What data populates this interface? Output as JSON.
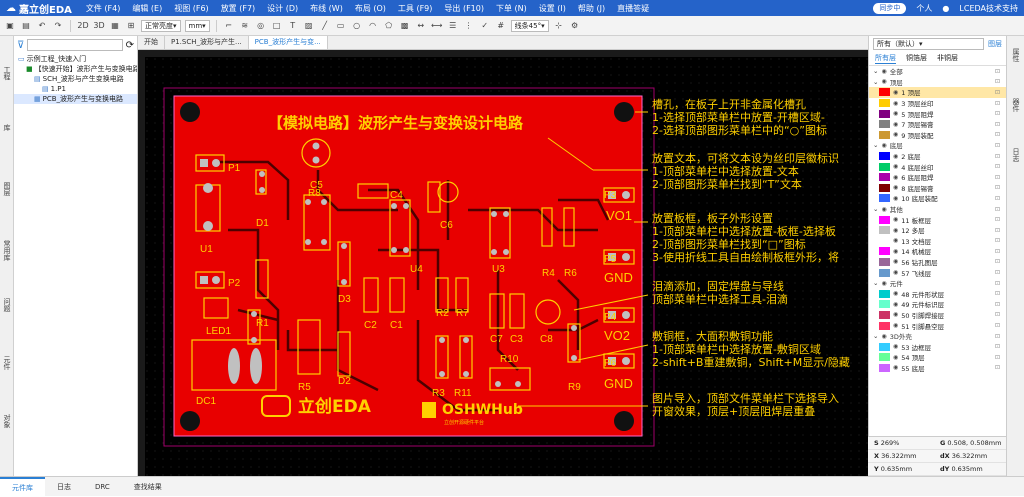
{
  "app": {
    "logo": "嘉立创EDA",
    "menu": [
      "文件 (F4)",
      "编辑 (E)",
      "视图 (F6)",
      "放置 (F7)",
      "设计 (D)",
      "布线 (W)",
      "布局 (O)",
      "工具 (F9)",
      "导出 (F10)",
      "下单 (N)",
      "设置 (I)",
      "帮助 (J)",
      "直播答疑"
    ],
    "sync": "同步中",
    "personal": "个人",
    "user": "LCEDA技术支持"
  },
  "toolbar": {
    "mode_2d": "2D",
    "mode_3d": "3D",
    "view_mode": "正常亮度",
    "unit": "mm",
    "route_angle": "线条45°"
  },
  "left_tabs": [
    "工程",
    "库",
    "图层",
    "常用库",
    "问题",
    "元件",
    "对象"
  ],
  "left_panel": {
    "tree": [
      {
        "label": "示例工程_快速入门",
        "indent": 0,
        "icon": "folder"
      },
      {
        "label": "【快速开始】波形产生与变换电路",
        "indent": 1,
        "icon": "board"
      },
      {
        "label": "SCH_波形与产生变换电路",
        "indent": 2,
        "icon": "schematic"
      },
      {
        "label": "1.P1",
        "indent": 3,
        "icon": "sheet"
      },
      {
        "label": "PCB_波形产生与变换电路",
        "indent": 2,
        "icon": "pcb",
        "selected": true
      }
    ]
  },
  "doc_tabs": [
    {
      "label": "开始"
    },
    {
      "label": "P1.SCH_波形与产生..."
    },
    {
      "label": "PCB_波形产生与变...",
      "active": true
    }
  ],
  "pcb": {
    "title": "【模拟电路】波形产生与变换设计电路",
    "logo_text": "立创EDA",
    "hub_text": "OSHWHub",
    "hub_sub": "立创开源硬件平台",
    "components": [
      "P1",
      "C5",
      "R8",
      "C4",
      "C6",
      "P3",
      "VO1",
      "D1",
      "U1",
      "U4",
      "U3",
      "R4",
      "R6",
      "P5",
      "GND",
      "P2",
      "D3",
      "C2",
      "C1",
      "R2",
      "R7",
      "R1",
      "LED1",
      "C7",
      "C3",
      "C8",
      "P4",
      "VO2",
      "R5",
      "D2",
      "R10",
      "P6",
      "GND",
      "R9",
      "DC1",
      "R3",
      "R11"
    ]
  },
  "annotations": [
    [
      "槽孔，在板子上开非金属化槽孔",
      "1-选择顶部菜单栏中放置-开槽区域-",
      "2-选择顶部图形菜单栏中的“○”图标"
    ],
    [
      "放置文本，可将文本设为丝印层徽标识",
      "1-顶部菜单栏中选择放置-文本",
      "2-顶部图形菜单栏找到“T”文本"
    ],
    [
      "放置板框，板子外形设置",
      "1-顶部菜单栏中选择放置-板框-选择板",
      "2-顶部图形菜单栏找到“□”图标",
      "3-使用折线工具自由绘制板框外形，将"
    ],
    [
      "泪滴添加，固定焊盘与导线",
      "顶部菜单栏中选择工具-泪滴"
    ],
    [
      "敷铜框，大面积敷铜功能",
      "1-顶部菜单栏中选择放置-敷铜区域",
      "2-shift+B重建敷铜，Shift+M显示/隐藏"
    ],
    [
      "图片导入，顶部文件菜单栏下选择导入",
      "开窗效果，顶层+顶层阻焊层重叠"
    ]
  ],
  "right_panel": {
    "filter": "所有（默认）",
    "tab_layers": "图层",
    "subtabs": [
      "所有层",
      "铜箔层",
      "非铜层"
    ],
    "layers": [
      {
        "label": "全部",
        "color": "",
        "group": true
      },
      {
        "label": "顶层",
        "color": "",
        "group": true
      },
      {
        "label": "1 顶层",
        "color": "#ff0000",
        "current": true
      },
      {
        "label": "3 顶层丝印",
        "color": "#ffcc00"
      },
      {
        "label": "5 顶层阻焊",
        "color": "#800080"
      },
      {
        "label": "7 顶层锡膏",
        "color": "#808080"
      },
      {
        "label": "9 顶层装配",
        "color": "#cc9933"
      },
      {
        "label": "底层",
        "color": "",
        "group": true
      },
      {
        "label": "2 底层",
        "color": "#0000ff"
      },
      {
        "label": "4 底层丝印",
        "color": "#00cc66"
      },
      {
        "label": "6 底层阻焊",
        "color": "#aa00aa"
      },
      {
        "label": "8 底层锡膏",
        "color": "#800000"
      },
      {
        "label": "10 底层装配",
        "color": "#3366ff"
      },
      {
        "label": "其他",
        "color": "",
        "group": true
      },
      {
        "label": "11 板框层",
        "color": "#ff00ff"
      },
      {
        "label": "12 多层",
        "color": "#c0c0c0"
      },
      {
        "label": "13 文档层",
        "color": "#ffffff"
      },
      {
        "label": "14 机械层",
        "color": "#ff00ff"
      },
      {
        "label": "56 钻孔图层",
        "color": "#996699"
      },
      {
        "label": "57 飞线层",
        "color": "#6699cc"
      },
      {
        "label": "元件",
        "color": "",
        "group": true
      },
      {
        "label": "48 元件形状层",
        "color": "#00cccc"
      },
      {
        "label": "49 元件标识层",
        "color": "#66ffcc"
      },
      {
        "label": "50 引脚焊接层",
        "color": "#cc3366"
      },
      {
        "label": "51 引脚悬空层",
        "color": "#ff3366"
      },
      {
        "label": "3D外壳",
        "color": "",
        "group": true
      },
      {
        "label": "53 边框层",
        "color": "#33ccff"
      },
      {
        "label": "54 顶层",
        "color": "#66ff99"
      },
      {
        "label": "55 底层",
        "color": "#cc66ff"
      }
    ]
  },
  "info": {
    "s_label": "S",
    "s_val": "269%",
    "g_label": "G",
    "g_val": "0.508, 0.508mm",
    "x_label": "X",
    "x_val": "36.322mm",
    "dx_label": "dX",
    "dx_val": "36.322mm",
    "y_label": "Y",
    "y_val": "0.635mm",
    "dy_label": "dY",
    "dy_val": "0.635mm"
  },
  "right_tabs": [
    "属性",
    "器件",
    "日志"
  ],
  "bottom_tabs": [
    {
      "label": "元件库",
      "active": true
    },
    {
      "label": "日志"
    },
    {
      "label": "DRC"
    },
    {
      "label": "查找结果"
    }
  ],
  "colors": {
    "accent": "#2563c9",
    "board": "#e80000",
    "silk": "#ffd000",
    "annot": "#ffd000"
  }
}
